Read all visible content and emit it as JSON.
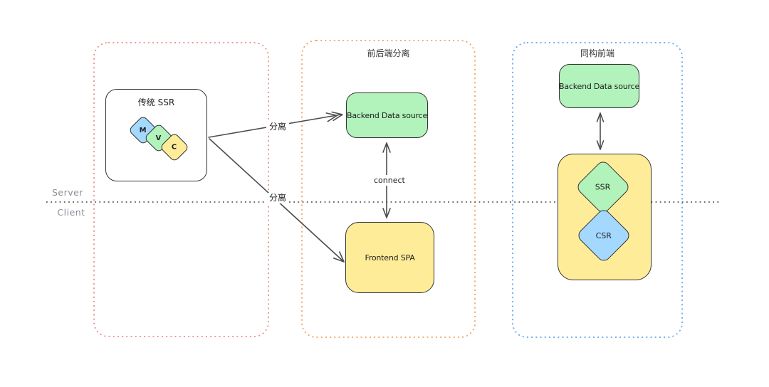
{
  "divider": {
    "server_label": "Server",
    "client_label": "Client"
  },
  "sections": {
    "traditional": {
      "box_title": "传统 SSR",
      "mvc": [
        {
          "label": "M",
          "color": "#a5d8ff"
        },
        {
          "label": "V",
          "color": "#b2f2bb"
        },
        {
          "label": "C",
          "color": "#ffec99"
        }
      ]
    },
    "separated": {
      "title": "前后端分离",
      "backend_label": "Backend Data source",
      "connect_label": "connect",
      "frontend_label": "Frontend SPA"
    },
    "isomorphic": {
      "title": "同构前端",
      "backend_label": "Backend Data source",
      "ssr_label": "SSR",
      "csr_label": "CSR"
    }
  },
  "arrows": {
    "separate_top_label": "分离",
    "separate_bottom_label": "分离"
  },
  "colors": {
    "section-traditional-border": "#ee8c8c",
    "section-separated-border": "#f3a45f",
    "section-isomorphic-border": "#66a4f1",
    "green-fill": "#b2f2bb",
    "yellow-fill": "#ffec99",
    "blue-fill": "#a5d8ff",
    "stroke": "#343434",
    "arrow-stroke": "#4d4d4d",
    "divider-stroke": "#5a5a5a"
  }
}
